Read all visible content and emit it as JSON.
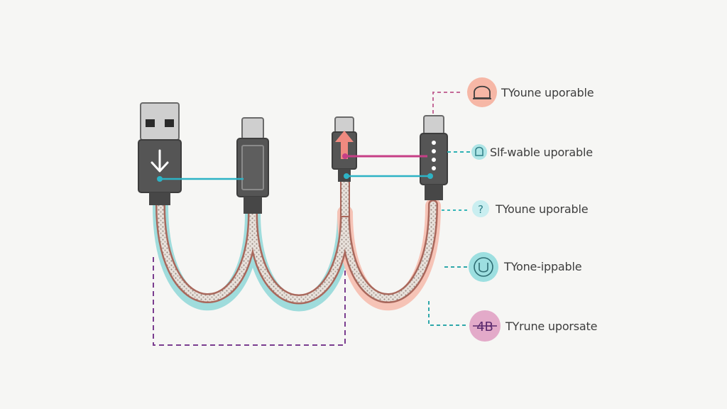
{
  "callouts": [
    {
      "label": "TYoune uporable",
      "icon": "hood-icon",
      "color": "#f6b7a6",
      "line_color": "#c46a98"
    },
    {
      "label": "Slf-wable uporable",
      "icon": "bell-icon",
      "color": "#aee5e6",
      "line_color": "#2fb2b4"
    },
    {
      "label": "TYoune uporable",
      "icon": "question-icon",
      "color": "#c9eef0",
      "line_color": "#35b6b8"
    },
    {
      "label": "TYone-ippable",
      "icon": "cup-icon",
      "color": "#9ddfe0",
      "line_color": "#2fa8aa"
    },
    {
      "label": "TYrune uporsate",
      "icon": "ab-badge-icon",
      "color": "#e3aac9",
      "line_color": "#2fa8aa"
    }
  ],
  "badge_text": "4B",
  "colors": {
    "connector_body": "#555555",
    "connector_plug": "#cfcfcf",
    "cable_teal": "#8ed6d6",
    "cable_salmon": "#f5b4a3",
    "cable_braid": "#a9685c",
    "link_teal": "#2db3c5",
    "link_magenta": "#c63f86",
    "dashed_purple": "#7a3d8f",
    "arrow_salmon": "#ef8a80"
  }
}
